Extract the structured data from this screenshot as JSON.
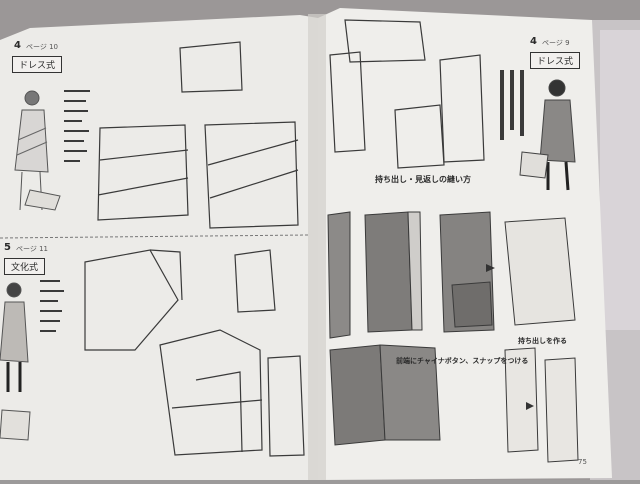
{
  "photo": {
    "left_page": {
      "section_a": {
        "number": "4",
        "page": "ページ 10",
        "title": "ドレス式"
      },
      "section_b": {
        "number": "5",
        "page": "ページ 11",
        "title": "文化式"
      }
    },
    "right_page": {
      "section": {
        "number": "4",
        "page": "ページ 9",
        "title": "ドレス式"
      },
      "method_title": "持ち出し・見返しの縫い方",
      "step_button": "前端にチャイナボタン、スナップをつける",
      "step_attach": "持ち出しを作る",
      "page_number": "75"
    }
  },
  "colors": {
    "paper": "#eceae8",
    "ink": "#3a3a3a",
    "shade": "#7a7a7a",
    "background": "#9c9a9a"
  }
}
